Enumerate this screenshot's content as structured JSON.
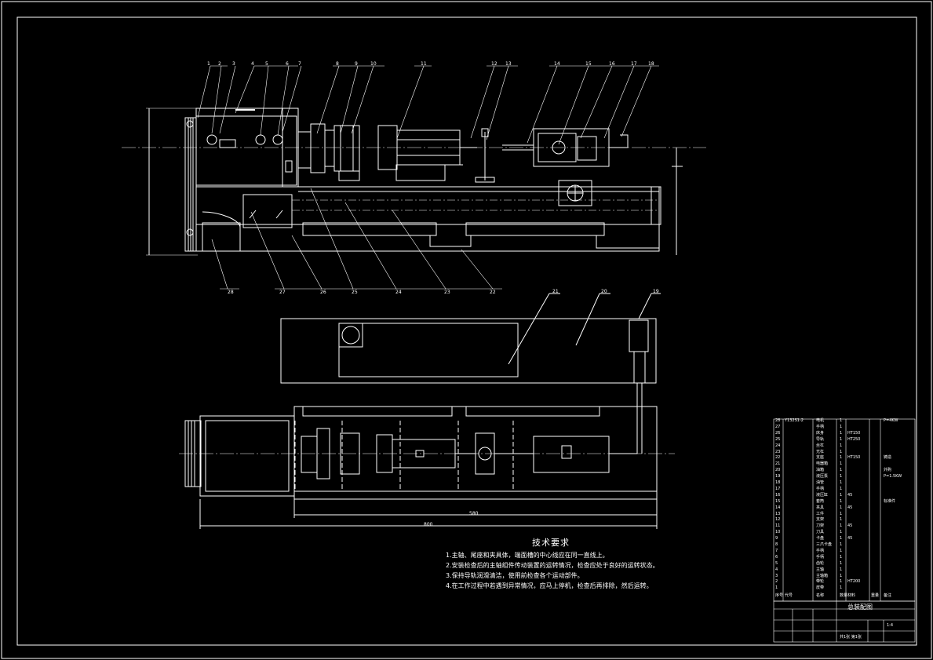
{
  "balloons": {
    "top": [
      "1",
      "2",
      "3",
      "4",
      "5",
      "6",
      "7",
      "8",
      "9",
      "10",
      "11",
      "12",
      "13",
      "14",
      "15",
      "16",
      "17",
      "18"
    ],
    "bottom": [
      "28",
      "27",
      "26",
      "25",
      "24",
      "23",
      "22"
    ],
    "plan": [
      "21",
      "20",
      "19"
    ]
  },
  "dimensions": {
    "overall_length": "800",
    "bed_length": "580"
  },
  "technical_requirements": {
    "title": "技术要求",
    "items": [
      "1.主轴、尾座和夹具体，端面槽的中心线应在同一直线上。",
      "2.安装检查后的主轴组件传动装置的运转情况，检查应处于良好的运转状态。",
      "3.保持导轨润滑清洁，使用前检查各个运动部件。",
      "4.在工作过程中若遇到异常情况，应马上停机，检查后再排除，然后运转。"
    ]
  },
  "parts_list": {
    "rows": [
      {
        "no": "28",
        "code": "Y132S1-2",
        "name": "电机",
        "qty": "1",
        "material": "",
        "note": "P=4KW"
      },
      {
        "no": "27",
        "code": "",
        "name": "手柄",
        "qty": "1",
        "material": "",
        "note": ""
      },
      {
        "no": "26",
        "code": "",
        "name": "床身",
        "qty": "1",
        "material": "HT150",
        "note": ""
      },
      {
        "no": "25",
        "code": "",
        "name": "导轨",
        "qty": "1",
        "material": "HT250",
        "note": ""
      },
      {
        "no": "24",
        "code": "",
        "name": "丝杠",
        "qty": "1",
        "material": "",
        "note": ""
      },
      {
        "no": "23",
        "code": "",
        "name": "光杠",
        "qty": "1",
        "material": "",
        "note": ""
      },
      {
        "no": "22",
        "code": "",
        "name": "支座",
        "qty": "1",
        "material": "HT150",
        "note": "铸造"
      },
      {
        "no": "21",
        "code": "",
        "name": "电器箱",
        "qty": "1",
        "material": "",
        "note": ""
      },
      {
        "no": "20",
        "code": "",
        "name": "油箱",
        "qty": "1",
        "material": "",
        "note": "外购"
      },
      {
        "no": "19",
        "code": "",
        "name": "液压泵",
        "qty": "1",
        "material": "",
        "note": "P=1.5KW"
      },
      {
        "no": "18",
        "code": "",
        "name": "油管",
        "qty": "1",
        "material": "",
        "note": ""
      },
      {
        "no": "17",
        "code": "",
        "name": "手柄",
        "qty": "1",
        "material": "",
        "note": ""
      },
      {
        "no": "16",
        "code": "",
        "name": "液压缸",
        "qty": "1",
        "material": "45",
        "note": ""
      },
      {
        "no": "15",
        "code": "",
        "name": "套筒",
        "qty": "1",
        "material": "",
        "note": "标准件"
      },
      {
        "no": "14",
        "code": "",
        "name": "夹具",
        "qty": "1",
        "material": "45",
        "note": ""
      },
      {
        "no": "13",
        "code": "",
        "name": "工件",
        "qty": "1",
        "material": "",
        "note": ""
      },
      {
        "no": "12",
        "code": "",
        "name": "支架",
        "qty": "1",
        "material": "",
        "note": ""
      },
      {
        "no": "11",
        "code": "",
        "name": "刀架",
        "qty": "1",
        "material": "45",
        "note": ""
      },
      {
        "no": "10",
        "code": "",
        "name": "刀具",
        "qty": "1",
        "material": "",
        "note": ""
      },
      {
        "no": "9",
        "code": "",
        "name": "卡盘",
        "qty": "1",
        "material": "45",
        "note": ""
      },
      {
        "no": "8",
        "code": "",
        "name": "三爪卡盘",
        "qty": "1",
        "material": "",
        "note": ""
      },
      {
        "no": "7",
        "code": "",
        "name": "手柄",
        "qty": "1",
        "material": "",
        "note": ""
      },
      {
        "no": "6",
        "code": "",
        "name": "手柄",
        "qty": "1",
        "material": "",
        "note": ""
      },
      {
        "no": "5",
        "code": "",
        "name": "齿轮",
        "qty": "1",
        "material": "",
        "note": ""
      },
      {
        "no": "4",
        "code": "",
        "name": "主轴",
        "qty": "1",
        "material": "",
        "note": ""
      },
      {
        "no": "3",
        "code": "",
        "name": "主轴箱",
        "qty": "1",
        "material": "",
        "note": ""
      },
      {
        "no": "2",
        "code": "",
        "name": "带轮",
        "qty": "1",
        "material": "HT200",
        "note": ""
      },
      {
        "no": "1",
        "code": "",
        "name": "皮带",
        "qty": "1",
        "material": "",
        "note": ""
      }
    ],
    "header": {
      "no": "序号",
      "code": "代号",
      "name": "名称",
      "qty": "数量",
      "material": "材料",
      "weight": "重量",
      "note": "备注"
    }
  },
  "title_block": {
    "drawing_title": "总装配图",
    "scale": "1:4",
    "sheet": "共1张 第1张"
  }
}
